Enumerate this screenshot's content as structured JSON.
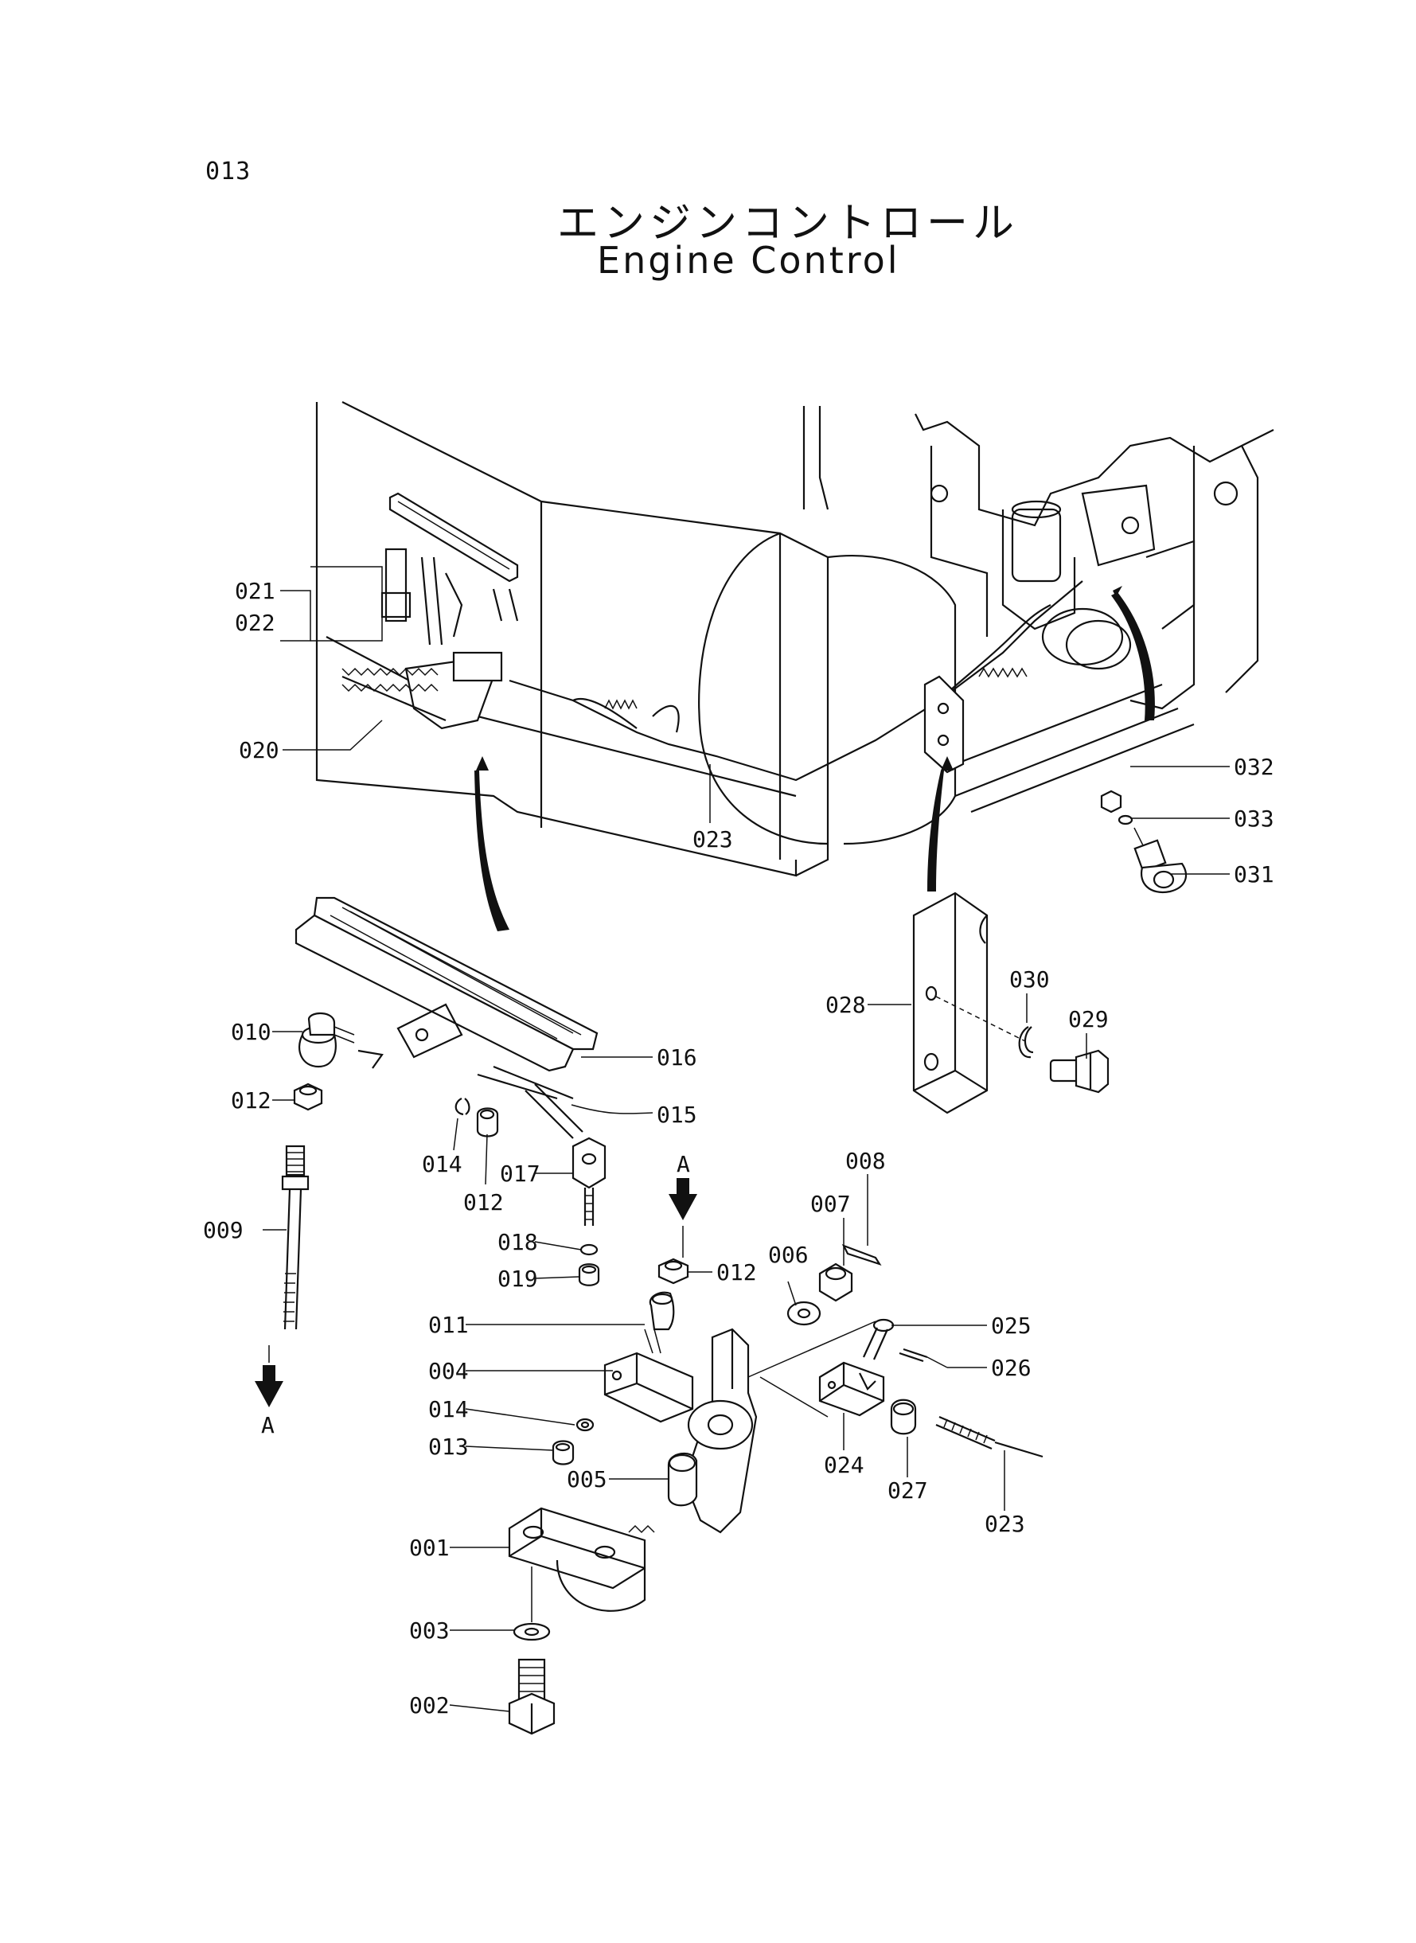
{
  "page_number": "013",
  "title_jp": "エンジンコントロール",
  "title_en": "Engine Control",
  "labels": {
    "p021": "021",
    "p022": "022",
    "p020": "020",
    "p023a": "023",
    "p032": "032",
    "p033": "033",
    "p031": "031",
    "p028": "028",
    "p030": "030",
    "p029": "029",
    "p010": "010",
    "p016": "016",
    "p012a": "012",
    "p015": "015",
    "p014a": "014",
    "p012b": "012",
    "p017": "017",
    "p008": "008",
    "p009": "009",
    "p007": "007",
    "p018": "018",
    "p019": "019",
    "p012c": "012",
    "p006": "006",
    "p011": "011",
    "p025": "025",
    "p004": "004",
    "p026": "026",
    "p014b": "014",
    "p013": "013",
    "p024": "024",
    "p027": "027",
    "p005": "005",
    "p023b": "023",
    "p001": "001",
    "p003": "003",
    "p002": "002",
    "arrowA_top": "A",
    "arrowA_bottom": "A"
  }
}
